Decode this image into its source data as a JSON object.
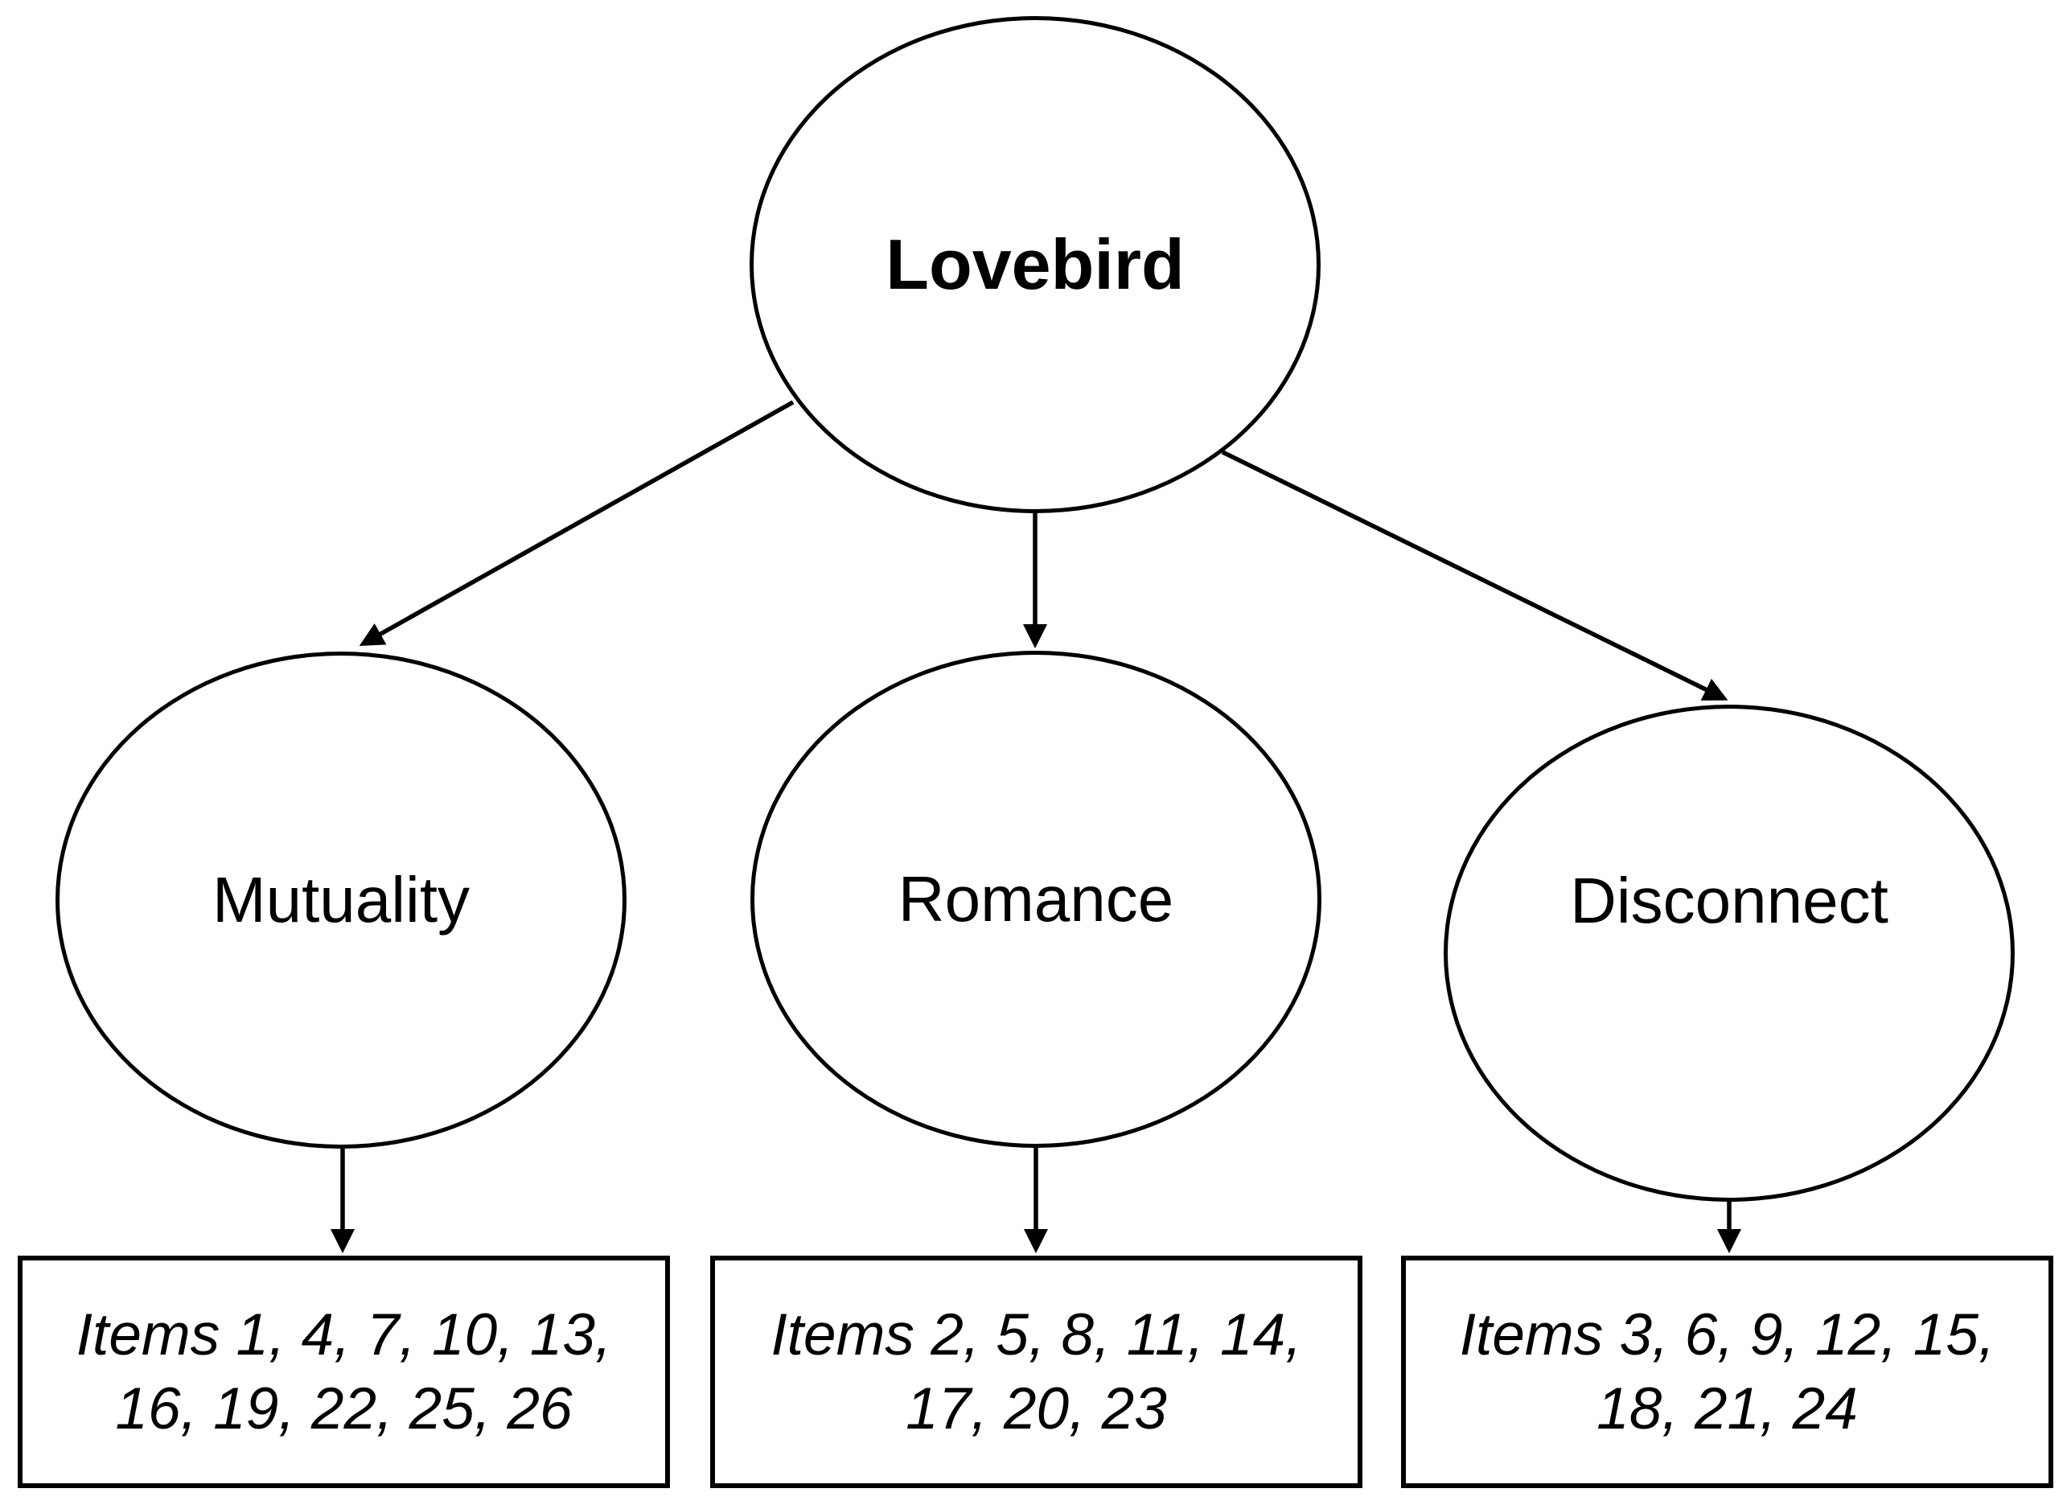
{
  "diagram": {
    "root": {
      "label": "Lovebird"
    },
    "factors": [
      {
        "label": "Mutuality",
        "items": "Items 1, 4, 7, 10, 13,\n16, 19, 22, 25, 26"
      },
      {
        "label": "Romance",
        "items": "Items 2, 5, 8, 11, 14,\n17, 20, 23"
      },
      {
        "label": "Disconnect",
        "items": "Items 3, 6, 9, 12, 15,\n18, 21, 24"
      }
    ],
    "colors": {
      "stroke": "#000000",
      "background": "#ffffff"
    }
  }
}
